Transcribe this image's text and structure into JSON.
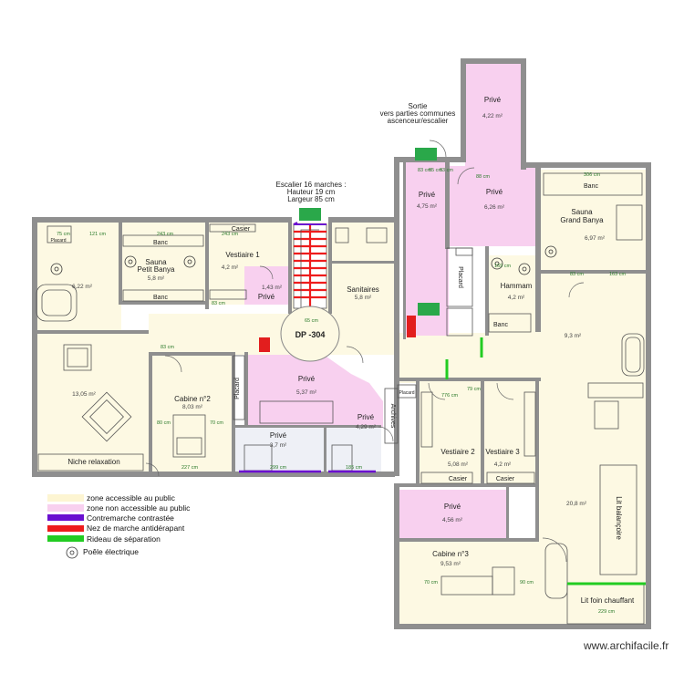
{
  "colors": {
    "public": "#fdf9e3",
    "private": "#f8d0ef",
    "wall": "#8f8f8f",
    "contrast": "#6a0fd0",
    "nose": "#ee1c1c",
    "curtain": "#22cc22"
  },
  "stairs": {
    "line1": "Escalier 16 marches :",
    "line2": "Hauteur 19 cm",
    "line3": "Largeur 85 cm"
  },
  "exit": {
    "line1": "Sortie",
    "line2": "vers parties communes",
    "line3": "ascenceur/escalier"
  },
  "rooms": [
    {
      "id": "prive-top",
      "name": "Privé",
      "area": "4,22 m²"
    },
    {
      "id": "prive-a",
      "name": "Privé",
      "area": "4,75 m²"
    },
    {
      "id": "prive-b",
      "name": "Privé",
      "area": "6,26 m²"
    },
    {
      "id": "sauna-grand",
      "name": "Sauna\nGrand Banya",
      "area": "6,97 m²"
    },
    {
      "id": "sauna-petit",
      "name": "Sauna\nPetit Banya",
      "area": "5,8 m²"
    },
    {
      "id": "vestiaire1",
      "name": "Vestiaire 1",
      "area": "4,2 m²"
    },
    {
      "id": "prive-small",
      "name": "Privé",
      "area": "1,43 m²"
    },
    {
      "id": "sanitaires",
      "name": "Sanitaires",
      "area": "5,8 m²"
    },
    {
      "id": "hammam",
      "name": "Hammam",
      "area": "4,2 m²"
    },
    {
      "id": "left-room",
      "name": "",
      "area": "6,22 m²"
    },
    {
      "id": "hall",
      "name": "",
      "area": "13,05 m²"
    },
    {
      "id": "cabine2",
      "name": "Cabine n°2",
      "area": "8,03 m²"
    },
    {
      "id": "prive-c",
      "name": "Privé",
      "area": "5,37 m²"
    },
    {
      "id": "prive-d",
      "name": "Privé",
      "area": "4,29 m²"
    },
    {
      "id": "prive-e",
      "name": "Privé",
      "area": "3,7 m²"
    },
    {
      "id": "right-upper",
      "name": "",
      "area": "9,3 m²"
    },
    {
      "id": "vestiaire2",
      "name": "Vestiaire 2",
      "area": "5,08 m²"
    },
    {
      "id": "vestiaire3",
      "name": "Vestiaire 3",
      "area": "4,2 m²"
    },
    {
      "id": "right-lower",
      "name": "",
      "area": "20,8 m²"
    },
    {
      "id": "prive-f",
      "name": "Privé",
      "area": "4,56 m²"
    },
    {
      "id": "cabine3",
      "name": "Cabine n°3",
      "area": "9,53 m²"
    }
  ],
  "labels": {
    "dp": "DP -304",
    "placard": "Placard",
    "archives": "Archives",
    "banc": "Banc",
    "casier": "Casier",
    "niche": "Niche relaxation",
    "lit_balancoire": "Lit balançoire",
    "lit_foin": "Lit foin chauffant"
  },
  "dims": [
    "75 cm",
    "121 cm",
    "243 cm",
    "243 cm",
    "88 cm",
    "85 cm",
    "83 cm",
    "83 cm",
    "306 cm",
    "169 cm",
    "83 cm",
    "163 cm",
    "776 cm",
    "65 cm",
    "83 cm",
    "83 cm",
    "79 cm",
    "80 cm",
    "70 cm",
    "299 cm",
    "185 cm",
    "227 cm",
    "70 cm",
    "90 cm",
    "229 cm"
  ],
  "legend": [
    {
      "type": "swatch",
      "color": "#fdf5d2",
      "label": "zone accessible au public"
    },
    {
      "type": "swatch",
      "color": "#f8d0ef",
      "label": "zone non accessible au public"
    },
    {
      "type": "line",
      "color": "#6a0fd0",
      "label": "Contremarche contrastée"
    },
    {
      "type": "line",
      "color": "#ee1c1c",
      "label": "Nez de marche antidérapant"
    },
    {
      "type": "line",
      "color": "#22cc22",
      "label": "Rideau de séparation"
    },
    {
      "type": "icon",
      "color": "#333333",
      "label": "Poêle électrique"
    }
  ],
  "watermark": "www.archifacile.fr"
}
